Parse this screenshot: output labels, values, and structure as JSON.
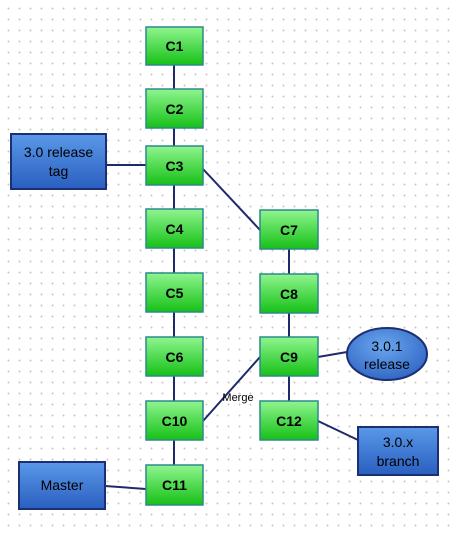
{
  "commits": [
    {
      "id": "c1",
      "label": "C1"
    },
    {
      "id": "c2",
      "label": "C2"
    },
    {
      "id": "c3",
      "label": "C3"
    },
    {
      "id": "c4",
      "label": "C4"
    },
    {
      "id": "c5",
      "label": "C5"
    },
    {
      "id": "c6",
      "label": "C6"
    },
    {
      "id": "c10",
      "label": "C10"
    },
    {
      "id": "c11",
      "label": "C11"
    },
    {
      "id": "c7",
      "label": "C7"
    },
    {
      "id": "c8",
      "label": "C8"
    },
    {
      "id": "c9",
      "label": "C9"
    },
    {
      "id": "c12",
      "label": "C12"
    }
  ],
  "labels": {
    "release_tag": [
      "3.0 release",
      "tag"
    ],
    "master": "Master",
    "release_301": [
      "3.0.1",
      "release"
    ],
    "branch_30x": [
      "3.0.x",
      "branch"
    ],
    "merge": "Merge"
  },
  "colors": {
    "commit_fill_top": "#8ff58f",
    "commit_fill_bottom": "#16c016",
    "commit_border": "#2b8a8a",
    "box_fill_top": "#5a98e8",
    "box_fill_bottom": "#2a5fc0",
    "box_border": "#1d2f73",
    "connector": "#1f2a6b"
  }
}
